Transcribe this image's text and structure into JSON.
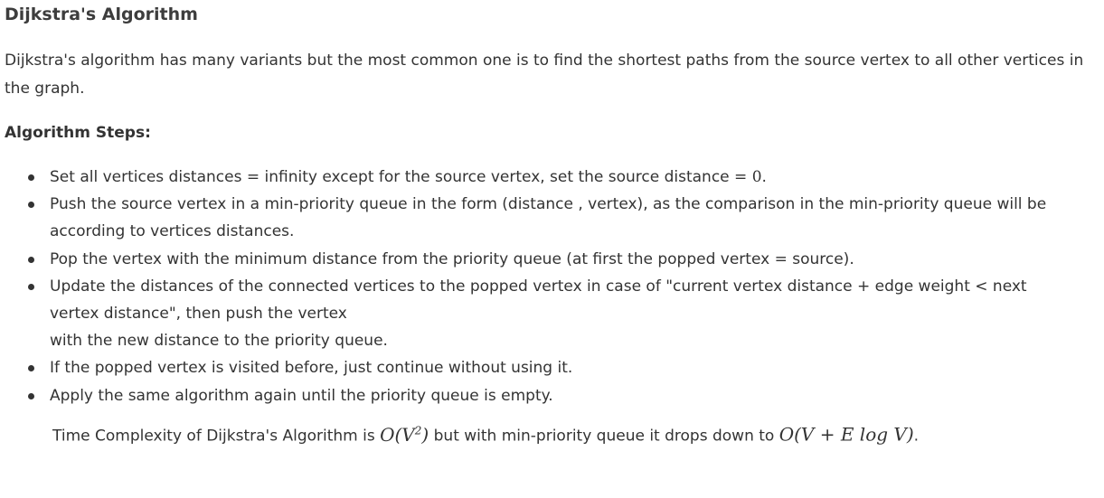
{
  "article": {
    "title": "Dijkstra's Algorithm",
    "intro": "Dijkstra's algorithm has many variants but the most common one is to find the shortest paths from the source vertex to all other vertices in the graph.",
    "steps_heading": "Algorithm Steps:",
    "steps": [
      {
        "text": "Set all vertices distances = infinity except for the source vertex, set the source distance = ",
        "math": "0",
        "after": "."
      },
      {
        "text": "Push the source vertex in a min-priority queue in the form (distance , vertex), as the comparison in the min-priority queue will be according to vertices distances."
      },
      {
        "text": "Pop the vertex with the minimum distance from the priority queue (at first the popped vertex = source)."
      },
      {
        "line1": "Update the distances of the connected vertices to the popped vertex in case of \"current vertex distance + edge weight < next vertex distance\", then push the vertex",
        "line2": "with the new distance to the priority queue."
      },
      {
        "text": "If the popped vertex is visited before, just continue without using it."
      },
      {
        "text": "Apply the same algorithm again until the priority queue is empty."
      }
    ],
    "complexity": {
      "prefix": "Time Complexity of Dijkstra's Algorithm is ",
      "formula1_base": "O(V",
      "formula1_exp": "2",
      "formula1_close": ")",
      "middle": " but with min-priority queue it drops down to ",
      "formula2": "O(V + E log V)",
      "suffix": "."
    }
  }
}
